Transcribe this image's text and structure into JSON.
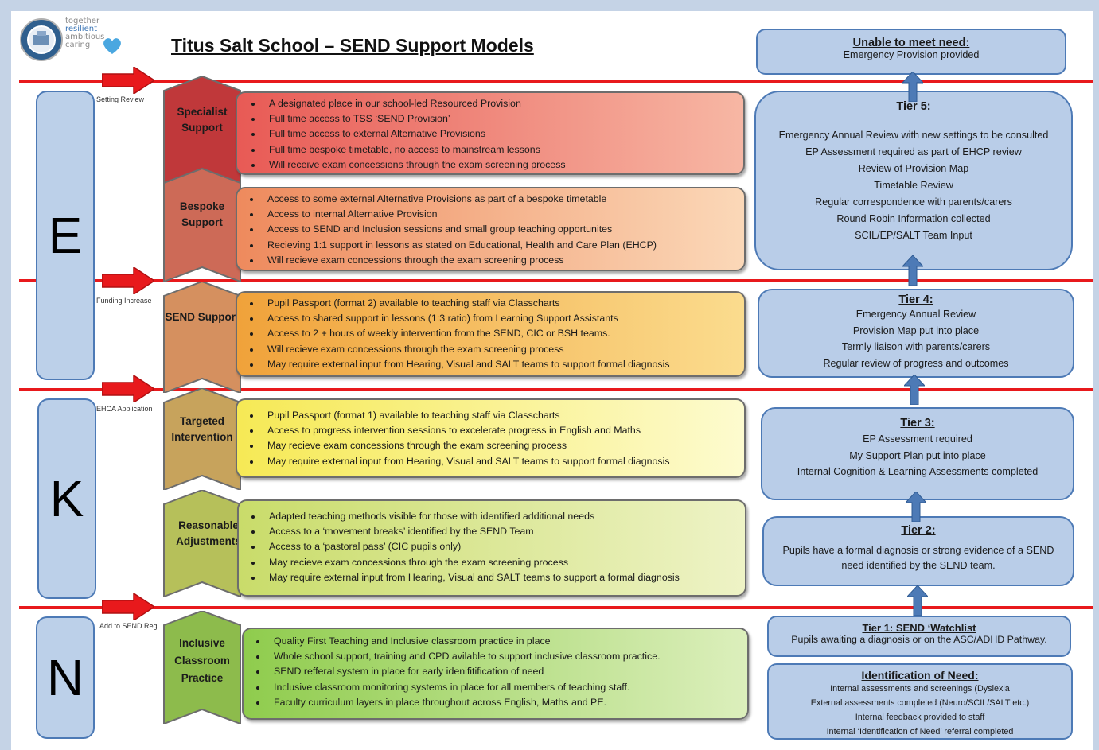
{
  "header": {
    "title": "Titus Salt School – SEND Support Models",
    "logo_text": [
      "together",
      "resilient",
      "ambitious",
      "caring"
    ]
  },
  "letters": [
    "E",
    "K",
    "N"
  ],
  "arrow_labels": [
    "Setting Review",
    "Funding Increase",
    "EHCA Application",
    "Add to SEND Reg."
  ],
  "chevrons": [
    {
      "label": "Specialist Support",
      "color": "#c0383a"
    },
    {
      "label": "Bespoke Support",
      "color": "#cd6a57"
    },
    {
      "label": "SEND Support",
      "color": "#d5905f"
    },
    {
      "label": "Targeted Intervention",
      "color": "#c7a35c"
    },
    {
      "label": "Reasonable Adjustments",
      "color": "#b6c05a"
    },
    {
      "label": "Inclusive Classroom Practice",
      "color": "#8dbb4c"
    }
  ],
  "panels": [
    {
      "bullets": [
        "A designated place in our school-led Resourced Provision",
        "Full time access to TSS ‘SEND Provision’",
        "Full time access to external Alternative Provisions",
        "Full time bespoke timetable, no access to mainstream lessons",
        "Will receive exam concessions through the exam screening process"
      ]
    },
    {
      "bullets": [
        "Access to some external Alternative Provisions as part of a bespoke timetable",
        "Access to internal Alternative Provision",
        "Access to SEND and Inclusion sessions and small group teaching opportunites",
        "Recieving 1:1 support in lessons as stated on Educational, Health and Care Plan (EHCP)",
        "Will recieve exam concessions through the exam screening process"
      ]
    },
    {
      "bullets": [
        "Pupil Passport (format 2) available to teaching staff via Classcharts",
        "Access to shared support in lessons (1:3 ratio) from Learning Support Assistants",
        "Access to 2 + hours of weekly intervention from the SEND, CIC or BSH teams.",
        "Will recieve exam concessions through the exam screening process",
        "May require external input from Hearing, Visual and SALT teams to support formal diagnosis"
      ]
    },
    {
      "bullets": [
        "Pupil Passport (format 1) available to teaching staff via Classcharts",
        "Access to progress intervention sessions to excelerate progress in English and Maths",
        "May recieve exam concessions through the exam screening process",
        "May require external input from Hearing, Visual and SALT teams to support formal diagnosis"
      ]
    },
    {
      "bullets": [
        "Adapted teaching methods visible for those with identified additional needs",
        "Access to a ‘movement breaks’ identified by the SEND Team",
        "Access to a ‘pastoral pass’ (CIC pupils only)",
        "May recieve exam concessions through the exam screening process",
        "May require external input from Hearing, Visual and SALT teams to support a formal diagnosis"
      ]
    },
    {
      "bullets": [
        "Quality First Teaching and Inclusive classroom practice in place",
        "Whole school support, training and CPD avilable to support inclusive classroom practice.",
        "SEND refferal system in place for early idenifitification of need",
        "Inclusive classroom monitoring systems in place for all members of teaching staff.",
        "Faculty curriculum layers in place throughout across English, Maths and PE."
      ]
    }
  ],
  "tiers": [
    {
      "heading": "Unable to meet need:",
      "lines": [
        "Emergency Provision provided"
      ]
    },
    {
      "heading": "Tier 5:",
      "lines": [
        "Emergency Annual Review with new settings to be consulted",
        "EP Assessment required as part of EHCP review",
        "Review of Provision Map",
        "Timetable Review",
        "Regular correspondence with parents/carers",
        "Round Robin Information collected",
        "SCIL/EP/SALT Team Input"
      ]
    },
    {
      "heading": "Tier 4:",
      "lines": [
        "Emergency Annual Review",
        "Provision Map put into place",
        "Termly liaison with parents/carers",
        "Regular review of progress and outcomes"
      ]
    },
    {
      "heading": "Tier 3:",
      "lines": [
        "EP Assessment required",
        "My Support Plan put into place",
        "Internal Cognition & Learning Assessments completed"
      ]
    },
    {
      "heading": "Tier 2:",
      "lines": [
        "Pupils have a formal diagnosis or strong evidence of a SEND",
        "need identified by the SEND team."
      ]
    },
    {
      "heading": "Tier 1: SEND ‘Watchlist",
      "lines": [
        "Pupils awaiting a diagnosis or on the ASC/ADHD Pathway."
      ]
    },
    {
      "heading": "Identification of Need:",
      "lines": [
        "Internal assessments and screenings (Dyslexia",
        "External assessments completed (Neuro/SCIL/SALT etc.)",
        "Internal feedback provided to staff",
        "Internal ‘Identification of Need’ referral completed"
      ]
    }
  ],
  "colors": {
    "red_line": "#e8191c",
    "tier_fill": "#b9cde8",
    "tier_border": "#4d7ab6",
    "panel_gradients": [
      [
        "#e85a55",
        "#f7b7a4"
      ],
      [
        "#ee8a5d",
        "#fbd8b8"
      ],
      [
        "#f0a23a",
        "#fbdc8e"
      ],
      [
        "#f6e955",
        "#fdfbcf"
      ],
      [
        "#c9dc6a",
        "#eef3c6"
      ],
      [
        "#8fcc4d",
        "#dcefbc"
      ]
    ]
  }
}
